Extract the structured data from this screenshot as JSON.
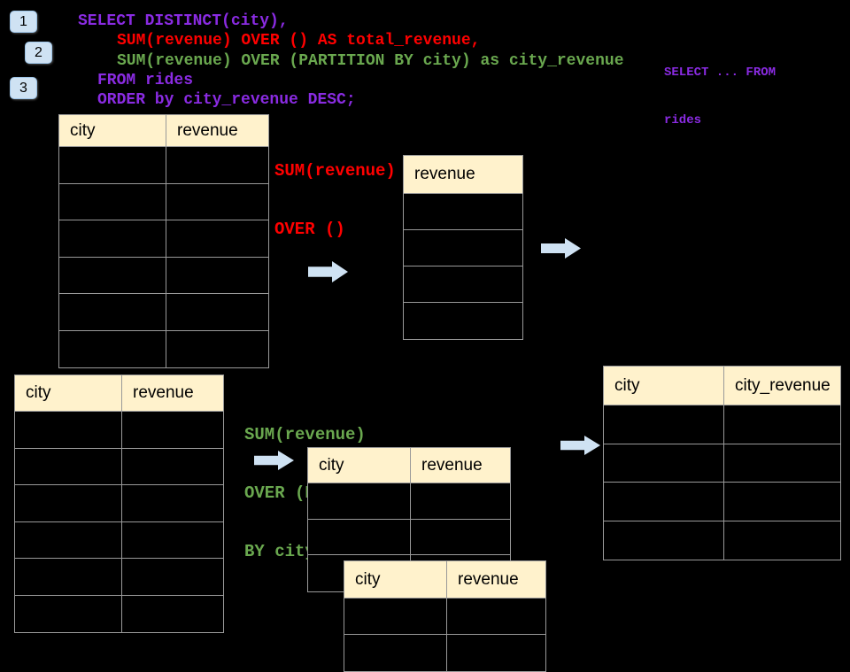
{
  "colors": {
    "background": "#000000",
    "sql_purple": "#8A2BE2",
    "sql_red": "#FF0000",
    "sql_green": "#6AA84F",
    "table_header_bg": "#FFF2CC",
    "table_border": "#999999",
    "arrow_blue": "#CFE2F3",
    "badge_bg": "#CFE2F3"
  },
  "step_badges": [
    {
      "label": "1"
    },
    {
      "label": "2"
    },
    {
      "label": "3"
    }
  ],
  "sql_query": {
    "line1": "SELECT DISTINCT(city),",
    "line2": "SUM(revenue) OVER () AS total_revenue,",
    "line3": "SUM(revenue) OVER (PARTITION BY city) as city_revenue",
    "line4": "FROM rides",
    "line5": "ORDER by city_revenue DESC;"
  },
  "from_note": {
    "line1": "SELECT ... FROM",
    "line2": "rides"
  },
  "total_revenue_note": {
    "line1": "SUM(revenue)",
    "line2": "OVER ()"
  },
  "partition_note": {
    "line1": "SUM(revenue)",
    "line2": "OVER (PARTITION",
    "line3": "BY city)"
  },
  "tables": {
    "rides_top": {
      "col1": "city",
      "col2": "revenue",
      "empty_row_count": 6
    },
    "total_revenue": {
      "col1": "revenue",
      "empty_row_count": 4
    },
    "rides_bottom": {
      "col1": "city",
      "col2": "revenue",
      "empty_row_count": 6
    },
    "partition_front": {
      "col1": "city",
      "col2": "revenue",
      "empty_row_count": 3
    },
    "partition_back": {
      "col1": "city",
      "col2": "revenue",
      "empty_row_count": 2
    },
    "city_revenue_result": {
      "col1": "city",
      "col2": "city_revenue",
      "empty_row_count": 4
    }
  }
}
